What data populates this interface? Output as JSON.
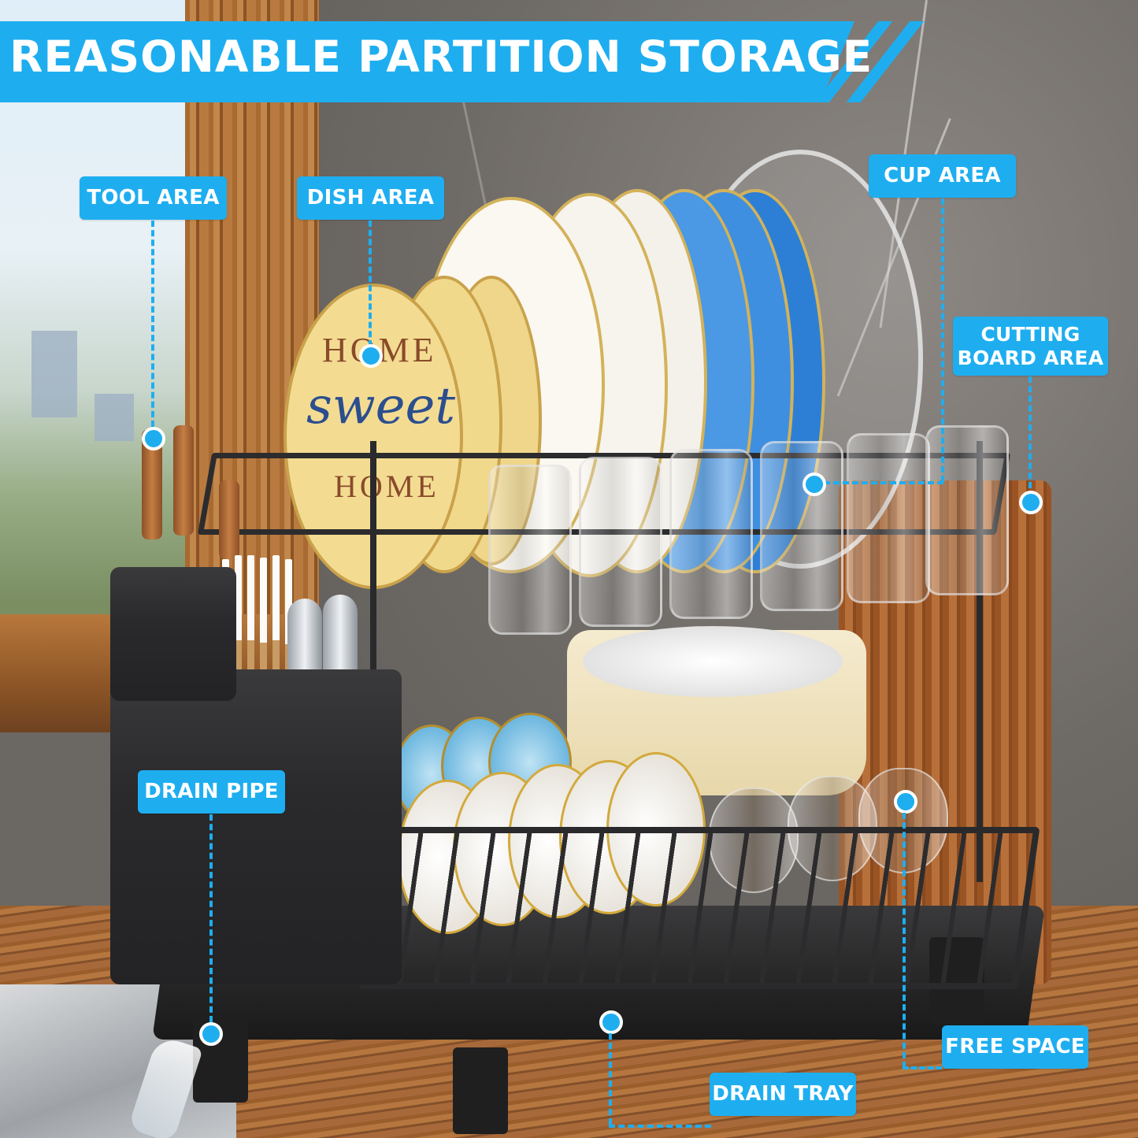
{
  "banner": {
    "title": "REASONABLE PARTITION STORAGE",
    "color": "#1EAEF0",
    "text_color": "#FFFFFF"
  },
  "callouts": [
    {
      "id": "tool-area",
      "label": "TOOL AREA"
    },
    {
      "id": "dish-area",
      "label": "DISH AREA"
    },
    {
      "id": "cup-area",
      "label": "CUP AREA"
    },
    {
      "id": "cutting-board-area",
      "label": "CUTTING BOARD AREA",
      "lines": [
        "CUTTING",
        "BOARD AREA"
      ]
    },
    {
      "id": "drain-pipe",
      "label": "DRAIN PIPE"
    },
    {
      "id": "free-space",
      "label": "FREE SPACE"
    },
    {
      "id": "drain-tray",
      "label": "DRAIN TRAY"
    }
  ],
  "plate_text": {
    "line1": "HOME",
    "line2": "sweet",
    "line3": "HOME"
  },
  "colors": {
    "accent_blue": "#1EAEF0",
    "rack_black": "#2A2A2C",
    "wood": "#A8693A"
  }
}
